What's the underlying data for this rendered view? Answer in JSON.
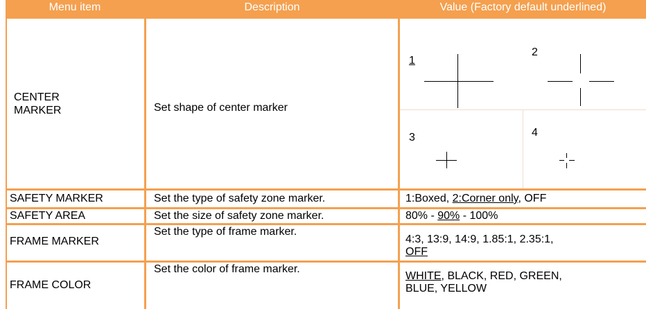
{
  "header": {
    "menu_item": "Menu item",
    "description": "Description",
    "value": "Value (Factory default underlined)"
  },
  "rows": [
    {
      "menu_item_line1": "CENTER",
      "menu_item_line2": "MARKER",
      "description": "Set shape of center marker",
      "options": [
        {
          "label": "1",
          "icon": "large-cross-marker-icon",
          "default": true
        },
        {
          "label": "2",
          "icon": "large-broken-cross-marker-icon",
          "default": false
        },
        {
          "label": "3",
          "icon": "small-cross-marker-icon",
          "default": false
        },
        {
          "label": "4",
          "icon": "small-broken-cross-marker-icon",
          "default": false
        }
      ]
    },
    {
      "menu_item": "SAFETY MARKER",
      "description": "Set the type of safety zone marker.",
      "value_parts": [
        "1:Boxed, ",
        "2:Corner only",
        ", OFF"
      ]
    },
    {
      "menu_item": "SAFETY AREA",
      "description": "Set the size of safety zone marker.",
      "value_parts": [
        "80% - ",
        "90%",
        " - 100%"
      ]
    },
    {
      "menu_item": "FRAME MARKER",
      "description": "Set the type of frame marker.",
      "value_line1": "4:3, 13:9, 14:9, 1.85:1, 2.35:1,",
      "value_line2": "OFF"
    },
    {
      "menu_item": "FRAME COLOR",
      "description": "Set the color of frame marker.",
      "value_line1_parts": [
        "WHITE",
        ", BLACK, RED, GREEN,"
      ],
      "value_line2": "BLUE, YELLOW"
    }
  ],
  "colors": {
    "header_bg": "#f4a04f",
    "header_text": "#ffffff",
    "grid": "#f4a04f"
  }
}
